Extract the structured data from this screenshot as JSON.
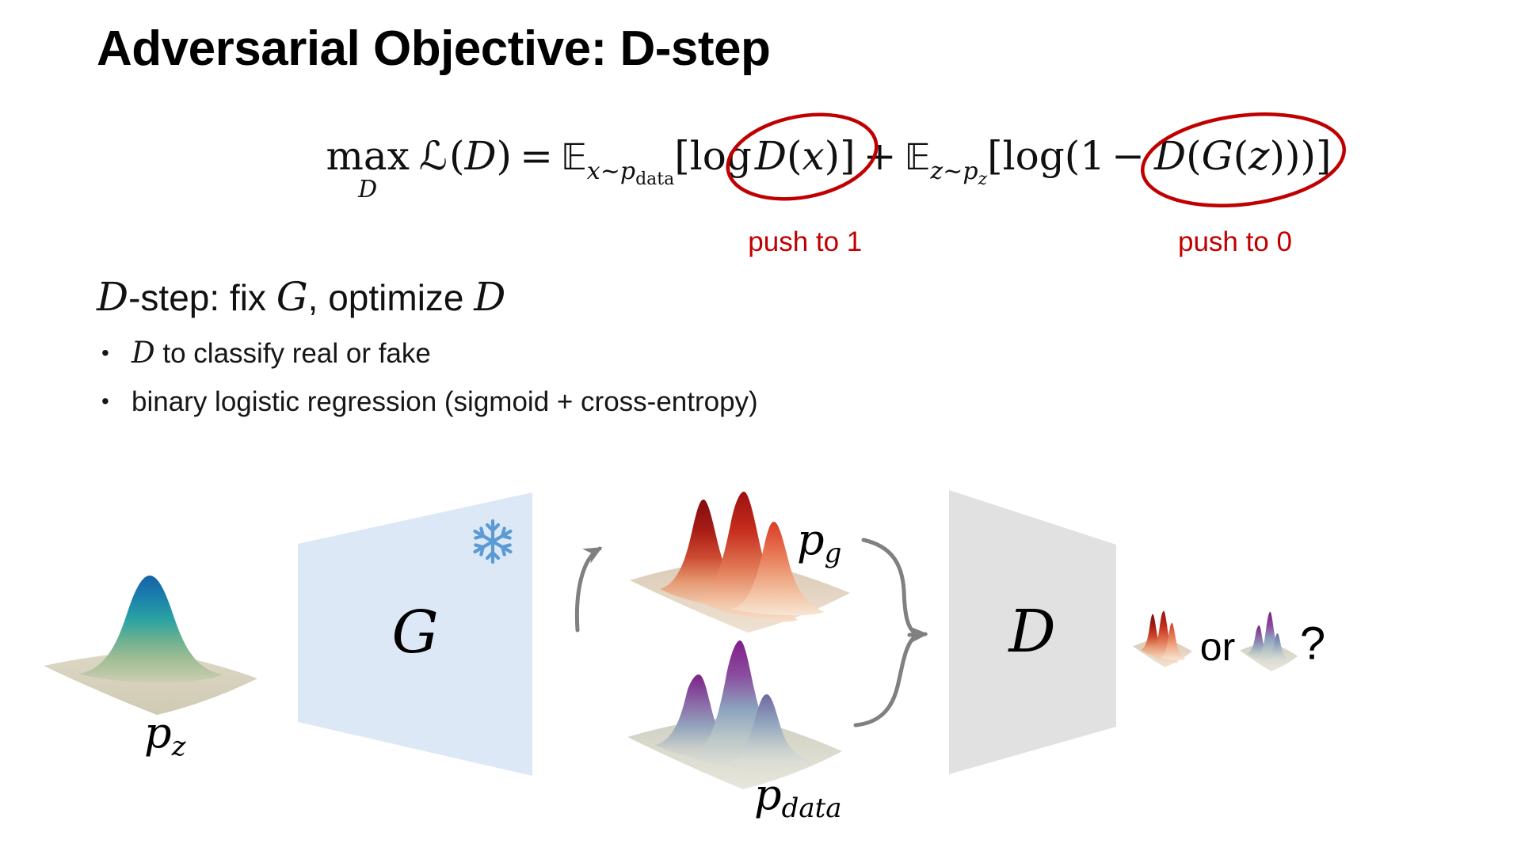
{
  "slide": {
    "title": "Adversarial Objective: D-step",
    "formula": {
      "max_word": "max",
      "max_sub": "D",
      "script_l": "ℒ",
      "lparen_d": "(",
      "var_d1": "D",
      "rparen_d": ")",
      "equals": "=",
      "exp_e1": "𝔼",
      "sub1_x": "x",
      "sub1_sim": "∼",
      "sub1_p": "p",
      "sub1_data": "data",
      "log1": "[log",
      "c1_d": "D",
      "c1_lp": "(",
      "c1_x": "x",
      "c1_end": ")]",
      "plus": "+",
      "exp_e2": "𝔼",
      "sub2_z": "z",
      "sub2_sim": "∼",
      "sub2_p": "p",
      "sub2_zsub": "z",
      "log2": "[log(1",
      "minus": "−",
      "c2_d": "D",
      "c2_lp1": "(",
      "c2_g": "G",
      "c2_lp2": "(",
      "c2_z": "z",
      "c2_end": ")))",
      "rbracket": "]",
      "annotation1": "push to 1",
      "annotation2": "push to 0",
      "annotation_color": "#c00000"
    },
    "subtitle": {
      "d1": "D",
      "t1": "-step: fix ",
      "g": "G",
      "t2": ", optimize ",
      "d2": "D"
    },
    "bullets": {
      "marker": "•",
      "item1": {
        "var": "D",
        "text": " to classify real or fake"
      },
      "item2": {
        "text": "binary logistic regression (sigmoid + cross-entropy)"
      }
    },
    "diagram": {
      "pz": {
        "main": "p",
        "sub": "z"
      },
      "generator": {
        "label": "G",
        "frozen_icon": "snowflake",
        "fill": "#dce8f6",
        "snowflake_color": "#5b9bd5"
      },
      "pg": {
        "main": "p",
        "sub": "g"
      },
      "pdata": {
        "main": "p",
        "sub": "data"
      },
      "discriminator": {
        "label": "D",
        "fill": "#e1e1e1"
      },
      "or_label": "or",
      "question_label": "?",
      "arrow_color": "#808080"
    }
  }
}
